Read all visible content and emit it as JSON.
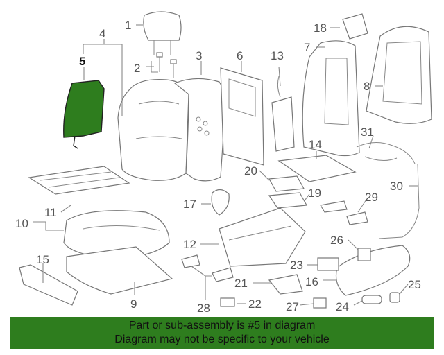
{
  "diagram": {
    "highlight_color": "#2e7d1e",
    "line_color": "#777777",
    "callouts": [
      "1",
      "2",
      "3",
      "4",
      "5",
      "6",
      "7",
      "8",
      "9",
      "10",
      "11",
      "12",
      "13",
      "14",
      "15",
      "16",
      "17",
      "18",
      "19",
      "20",
      "21",
      "22",
      "23",
      "24",
      "25",
      "26",
      "27",
      "28",
      "29",
      "30",
      "31"
    ],
    "highlighted_callout": "5"
  },
  "banner": {
    "background": "#2e7d1e",
    "line1": "Part or sub-assembly is #5 in diagram",
    "line2": "Diagram may not be specific to your vehicle"
  }
}
